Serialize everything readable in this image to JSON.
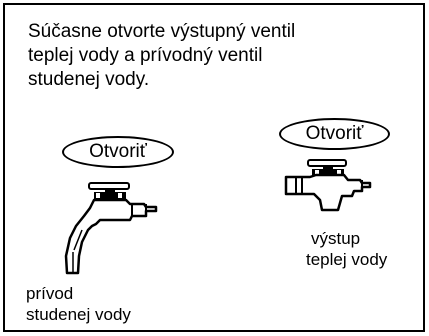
{
  "instruction": {
    "text": "Súčasne otvorte výstupný ventil\nteplej vody a prívodný ventil\nstudenej vody."
  },
  "left_valve": {
    "button_label": "Otvoriť",
    "caption_line1": "prívod",
    "caption_line2": "studenej vody",
    "icon": "faucet-icon"
  },
  "right_valve": {
    "button_label": "Otvoriť",
    "caption_line1": "výstup",
    "caption_line2": "teplej vody",
    "icon": "faucet-icon"
  }
}
